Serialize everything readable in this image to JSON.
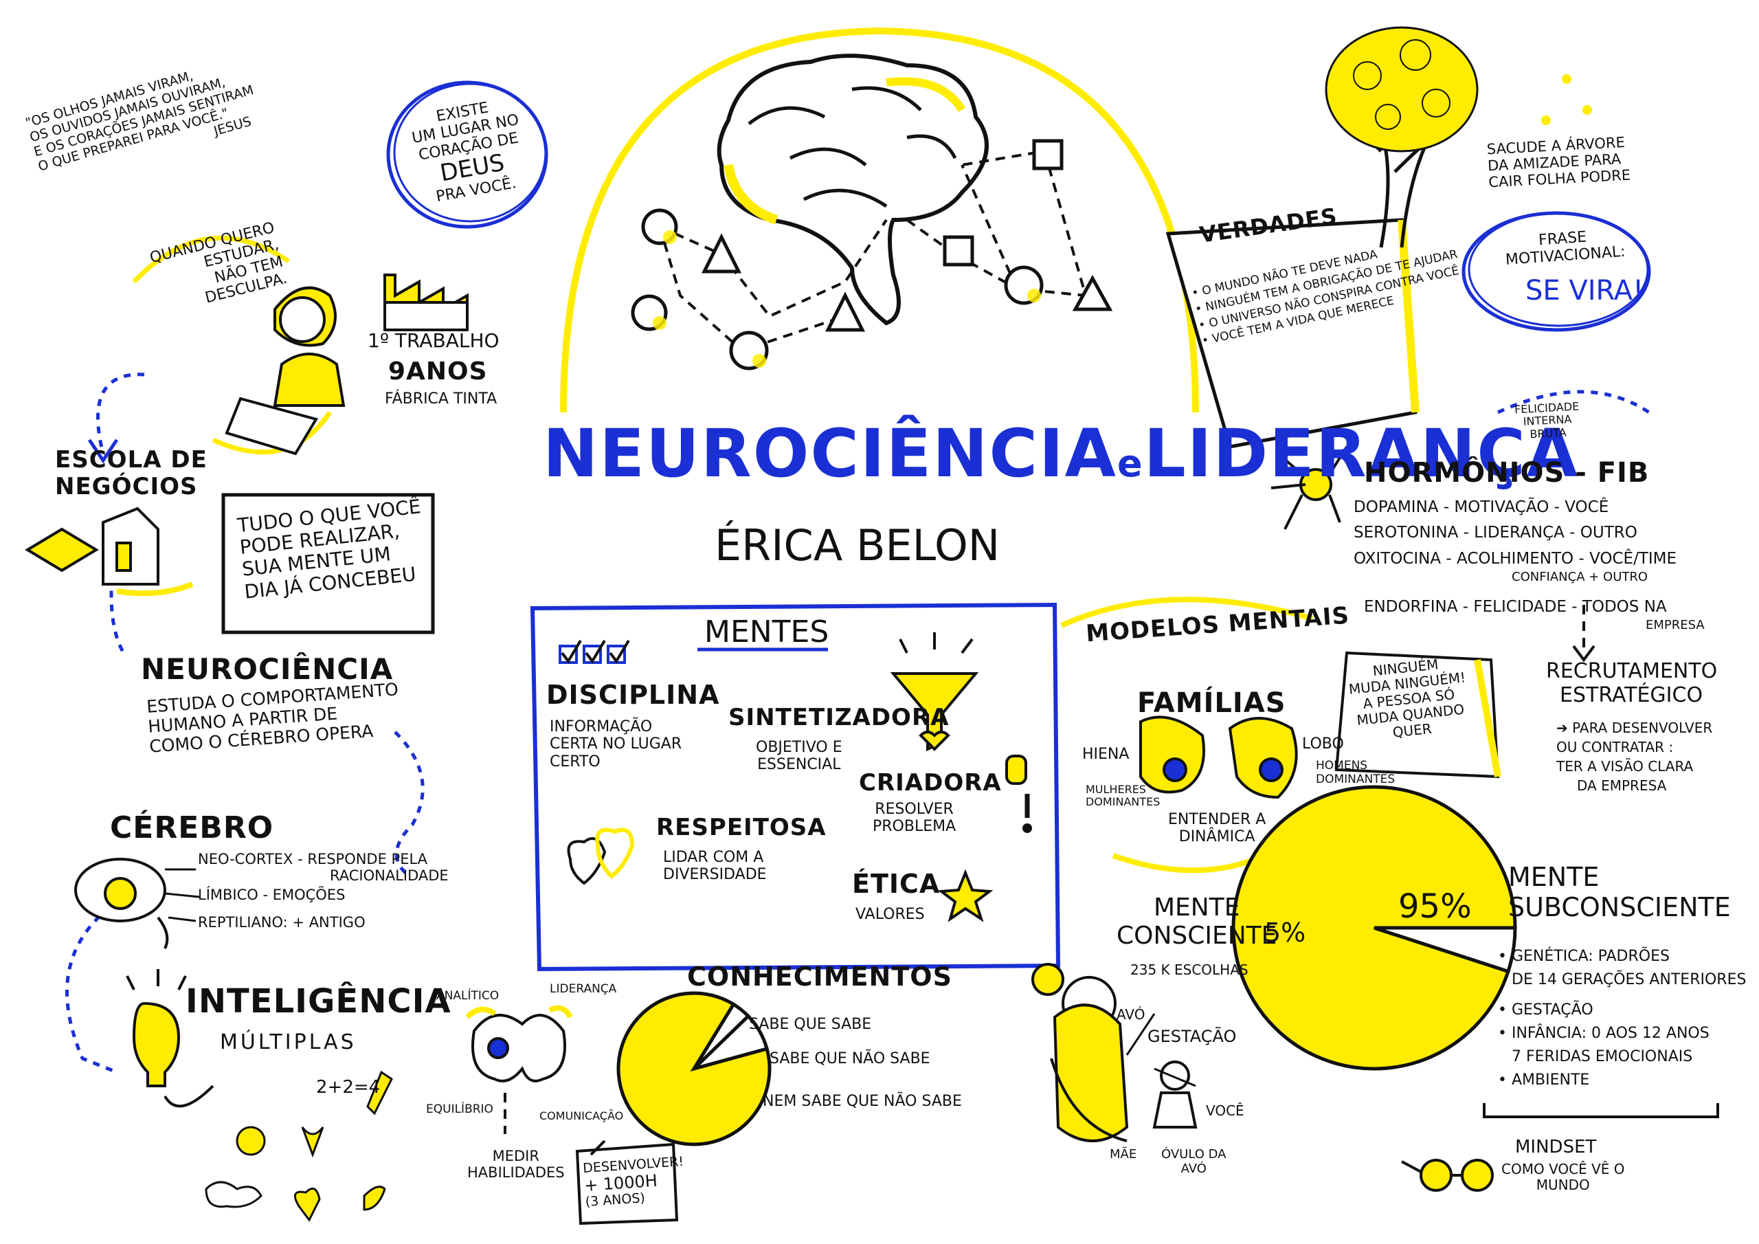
{
  "title": {
    "main": "NEUROCIÊNCIA",
    "connector": "e",
    "second": "LIDERANÇA",
    "author": "ÉRICA BELON"
  },
  "quote": {
    "lines": [
      "\"OS OLHOS JAMAIS VIRAM,",
      "OS OUVIDOS JAMAIS OUVIRAM,",
      "E OS CORAÇÕES JAMAIS SENTIRAM",
      "O QUE PREPAREI PARA VOCÊ.\""
    ],
    "author": "JESUS"
  },
  "circle_note": {
    "lines": [
      "EXISTE",
      "UM LUGAR NO",
      "CORAÇÃO DE",
      "DEUS",
      "PRA VOCÊ."
    ]
  },
  "study": {
    "lines": [
      "QUANDO QUERO",
      "ESTUDAR,",
      "NÃO TEM",
      "DESCULPA."
    ]
  },
  "first_job": {
    "line1": "1º TRABALHO",
    "line2": "9ANOS",
    "line3": "FÁBRICA TINTA"
  },
  "school": {
    "lines": [
      "ESCOLA DE",
      "NEGÓCIOS"
    ]
  },
  "mind_box": {
    "lines": [
      "TUDO O QUE VOCÊ",
      "PODE REALIZAR,",
      "SUA MENTE UM",
      "DIA JÁ CONCEBEU"
    ]
  },
  "neuro": {
    "title": "NEUROCIÊNCIA",
    "lines": [
      "ESTUDA O COMPORTAMENTO",
      "HUMANO A PARTIR DE",
      "COMO O CÉREBRO OPERA"
    ]
  },
  "cerebro": {
    "title": "CÉREBRO",
    "items": [
      "NEO-CORTEX - RESPONDE PELA",
      "RACIONALIDADE",
      "LÍMBICO - EMOÇÕES",
      "REPTILIANO: + ANTIGO"
    ]
  },
  "inteligencia": {
    "title": "INTELIGÊNCIA",
    "subtitle": "MÚLTIPLAS",
    "formula": "2+2=4"
  },
  "skills": {
    "top_left": "ANALÍTICO",
    "top_right": "LIDERANÇA",
    "bottom_left": "EQUILÍBRIO",
    "bottom_right": "COMUNICAÇÃO",
    "measure": [
      "MEDIR",
      "HABILIDADES"
    ],
    "develop": [
      "DESENVOLVER!",
      "+ 1000H",
      "(3 ANOS)"
    ]
  },
  "conhecimentos": {
    "title": "CONHECIMENTOS",
    "labels": [
      "SABE QUE SABE",
      "SABE QUE NÃO SABE",
      "NEM SABE QUE NÃO SABE"
    ]
  },
  "mentes": {
    "title": "MENTES",
    "disciplina": {
      "title": "DISCIPLINA",
      "lines": [
        "INFORMAÇÃO",
        "CERTA NO LUGAR",
        "CERTO"
      ]
    },
    "sintetizadora": {
      "title": "SINTETIZADORA",
      "lines": [
        "OBJETIVO E",
        "ESSENCIAL"
      ]
    },
    "criadora": {
      "title": "CRIADORA",
      "lines": [
        "RESOLVER",
        "PROBLEMA"
      ]
    },
    "respeitosa": {
      "title": "RESPEITOSA",
      "lines": [
        "LIDAR COM A",
        "DIVERSIDADE"
      ]
    },
    "etica": {
      "title": "ÉTICA",
      "lines": [
        "VALORES"
      ]
    }
  },
  "verdades": {
    "title": "VERDADES",
    "items": [
      "O MUNDO NÃO TE DEVE NADA",
      "NINGUÉM TEM A OBRIGAÇÃO DE TE AJUDAR",
      "O UNIVERSO NÃO CONSPIRA CONTRA VOCÊ",
      "VOCÊ TEM A VIDA QUE MERECE"
    ]
  },
  "tree": {
    "lines": [
      "SACUDE A ÁRVORE",
      "DA AMIZADE PARA",
      "CAIR FOLHA PODRE"
    ]
  },
  "frase": {
    "lines": [
      "FRASE",
      "MOTIVACIONAL:"
    ],
    "highlight": "SE VIRA!"
  },
  "hormonios": {
    "fib": [
      "FELICIDADE",
      "INTERNA",
      "BRUTA"
    ],
    "title": "HORMÔNIOS - FIB",
    "rows": [
      "DOPAMINA - MOTIVAÇÃO - VOCÊ",
      "SEROTONINA - LIDERANÇA - OUTRO",
      "OXITOCINA - ACOLHIMENTO - VOCÊ/TIME",
      "CONFIANÇA       + OUTRO",
      "ENDORFINA - FELICIDADE - TODOS NA",
      "EMPRESA"
    ]
  },
  "recrutamento": {
    "title": [
      "RECRUTAMENTO",
      "ESTRATÉGICO"
    ],
    "lines": [
      "➔ PARA DESENVOLVER",
      "OU CONTRATAR :",
      "TER A VISÃO CLARA",
      "DA EMPRESA"
    ]
  },
  "modelos": {
    "title": "MODELOS MENTAIS",
    "familias": "FAMÍLIAS",
    "hiena": "HIENA",
    "lobo": "LOBO",
    "mulheres": [
      "MULHERES",
      "DOMINANTES"
    ],
    "homens": [
      "HOMENS",
      "DOMINANTES"
    ],
    "entender": [
      "ENTENDER A",
      "DINÂMICA"
    ],
    "note": [
      "NINGUÉM",
      "MUDA NINGUÉM!",
      "A PESSOA SÓ",
      "MUDA QUANDO",
      "QUER"
    ]
  },
  "mente": {
    "consciente": [
      "MENTE",
      "CONSCIENTE"
    ],
    "escolhas": "235 K ESCOLHAS",
    "subconsciente": [
      "MENTE",
      "SUBCONSCIENTE"
    ],
    "items": [
      "GENÉTICA: PADRÕES",
      "DE 14 GERAÇÕES ANTERIORES",
      "GESTAÇÃO",
      "INFÂNCIA: 0 AOS 12 ANOS",
      "7 FERIDAS EMOCIONAIS",
      "AMBIENTE"
    ]
  },
  "gestacao": {
    "title": "GESTAÇÃO",
    "avo": "AVÓ",
    "mae": "MÃE",
    "voce": "VOCÊ",
    "ovulo": [
      "ÓVULO DA",
      "AVÓ"
    ]
  },
  "mindset": {
    "title": "MINDSET",
    "lines": [
      "COMO VOCÊ VÊ O",
      "MUNDO"
    ]
  },
  "chart_data": [
    {
      "type": "pie",
      "title": "",
      "slices": [
        {
          "label": "MENTE SUBCONSCIENTE",
          "value": 95,
          "display": "95%"
        },
        {
          "label": "MENTE CONSCIENTE",
          "value": 5,
          "display": "5%"
        }
      ]
    },
    {
      "type": "pie",
      "title": "CONHECIMENTOS",
      "slices": [
        {
          "label": "SABE QUE SABE",
          "value": 4
        },
        {
          "label": "SABE QUE NÃO SABE",
          "value": 8
        },
        {
          "label": "NEM SABE QUE NÃO SABE",
          "value": 88
        }
      ]
    }
  ],
  "colors": {
    "yellow": "#ffec00",
    "blue": "#1a2fd4",
    "ink": "#111111"
  }
}
